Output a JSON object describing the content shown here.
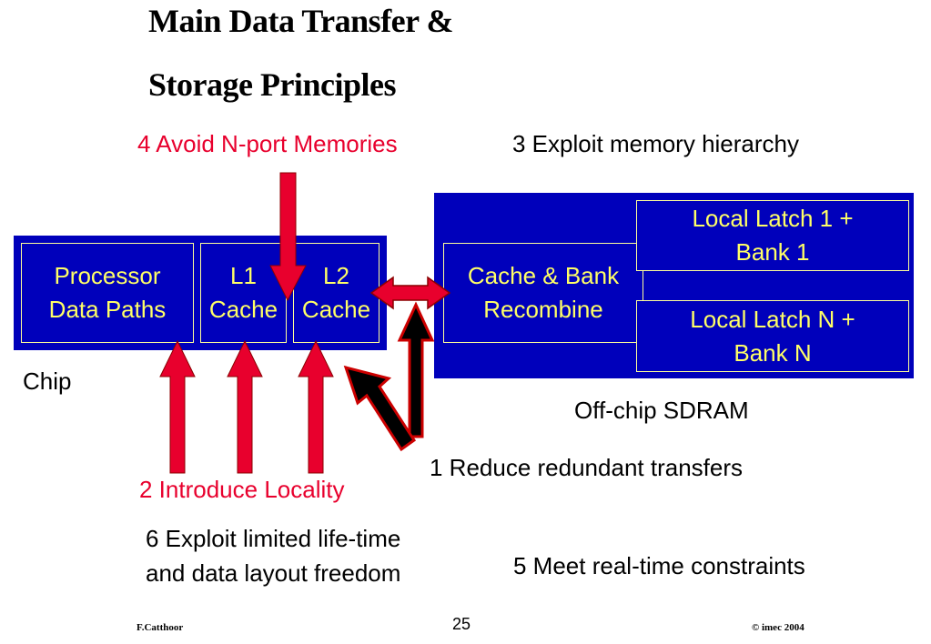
{
  "title": {
    "line1": "Main Data Transfer &",
    "line2": "Storage Principles"
  },
  "principles": {
    "p4": "4 Avoid N-port Memories",
    "p3": "3 Exploit memory hierarchy",
    "p2": "2 Introduce Locality",
    "p1": "1 Reduce redundant transfers",
    "p6_line1": "6 Exploit limited life-time",
    "p6_line2": "and data layout freedom",
    "p5": "5 Meet real-time constraints"
  },
  "chip": {
    "label": "Chip",
    "blocks": {
      "processor_line1": "Processor",
      "processor_line2": "Data Paths",
      "l1_line1": "L1",
      "l1_line2": "Cache",
      "l2_line1": "L2",
      "l2_line2": "Cache"
    }
  },
  "sdram": {
    "label": "Off-chip SDRAM",
    "blocks": {
      "recombine_line1": "Cache & Bank",
      "recombine_line2": "Recombine",
      "latch1_line1": "Local Latch 1 +",
      "latch1_line2": "Bank 1",
      "latchN_line1": "Local Latch N +",
      "latchN_line2": "Bank N"
    }
  },
  "footer": {
    "author": "F.Catthoor",
    "page": "25",
    "copyright": "© imec 2004"
  },
  "colors": {
    "block_bg": "#0000bb",
    "block_text": "#ffff66",
    "accent_red": "#e8002d",
    "arrow_black": "#000000"
  }
}
